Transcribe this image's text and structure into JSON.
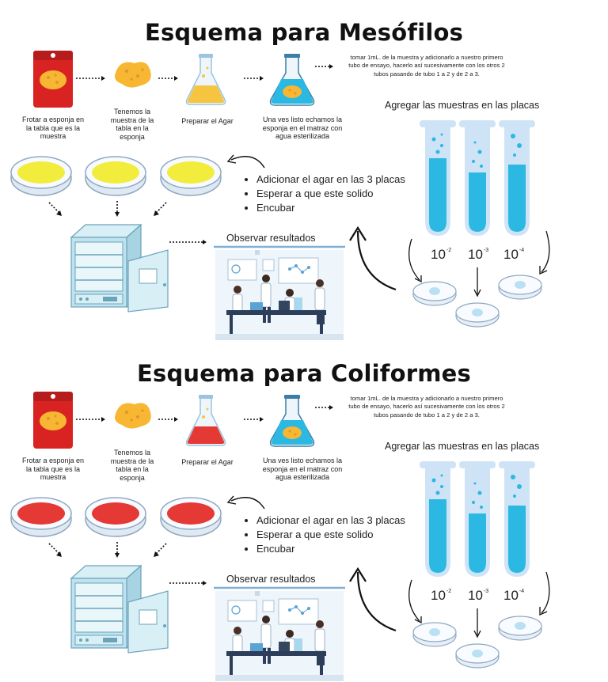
{
  "sections": [
    {
      "title": "Esquema para Mesófilos",
      "agar_color": "#f2ec3d",
      "flask_color": "#f5c542",
      "captions": {
        "rub": "Frotar a esponja en la tabla que es la muestra",
        "sample": "Tenemos la muestra de la tabla en la esponja",
        "agar": "Preparar el Agar",
        "flask": "Una ves listo echamos la esponja en el matraz con agua esterilizada"
      },
      "dilution_note": "tomar 1mL. de la muestra  y adicionarlo a nuestro primero tubo de ensayo, hacerlo así sucesivamente con los otros 2 tubos pasando de tubo 1 a 2 y de 2 a 3.",
      "add_samples": "Agregar  las muestras en las placas",
      "steps": [
        "Adicionar el agar en las 3 placas",
        "Esperar a que este solido",
        "Encubar"
      ],
      "observe": "Observar resultados",
      "dilutions": [
        {
          "base": "10",
          "exp": "-2"
        },
        {
          "base": "10",
          "exp": "-3"
        },
        {
          "base": "10",
          "exp": "-4"
        }
      ]
    },
    {
      "title": "Esquema para Coliformes",
      "agar_color": "#e53935",
      "flask_color": "#e53935",
      "captions": {
        "rub": "Frotar a esponja en la tabla que es la muestra",
        "sample": "Tenemos la muestra de la tabla en la esponja",
        "agar": "Preparar el Agar",
        "flask": "Una ves listo echamos la esponja en el matraz con agua esterilizada"
      },
      "dilution_note": "tomar 1mL. de la muestra  y adicionarlo a nuestro primero tubo de ensayo, hacerlo así sucesivamente con los otros 2 tubos pasando de tubo 1 a 2 y de 2 a 3.",
      "add_samples": "Agregar  las muestras en las placas",
      "steps": [
        "Adicionar el agar en las 3 placas",
        "Esperar a que este solido",
        "Encubar"
      ],
      "observe": "Observar resultados",
      "dilutions": [
        {
          "base": "10",
          "exp": "-2"
        },
        {
          "base": "10",
          "exp": "-3"
        },
        {
          "base": "10",
          "exp": "-4"
        }
      ]
    }
  ],
  "colors": {
    "sample_bag": "#d92323",
    "sponge": "#f7b733",
    "tube_liquid": "#2bb8e3",
    "tube_glass": "#cfe3f6",
    "incubator": "#bfe2ee"
  }
}
